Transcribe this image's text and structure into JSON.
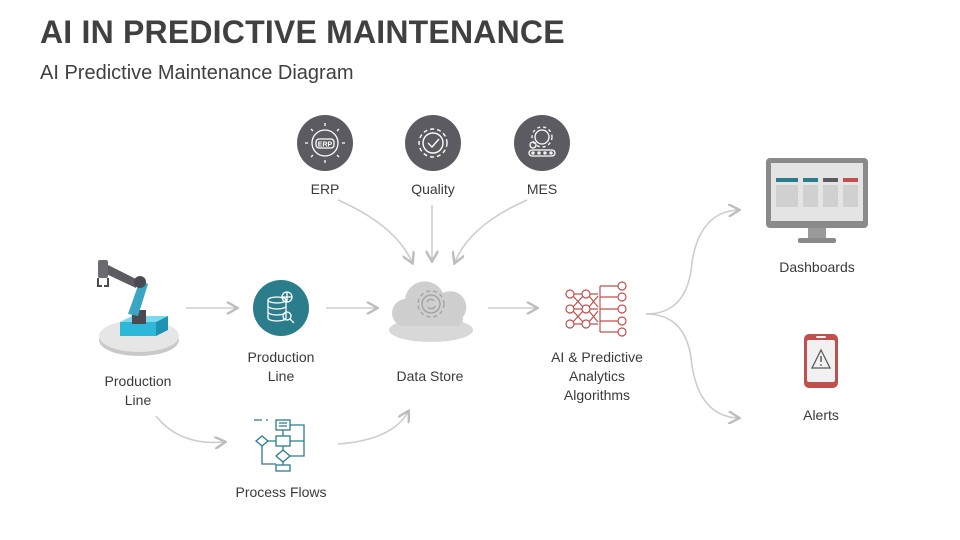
{
  "header": {
    "title": "AI IN PREDICTIVE MAINTENANCE",
    "subtitle": "AI Predictive Maintenance Diagram"
  },
  "nodes": {
    "erp": {
      "label": "ERP",
      "icon": "erp-gear-icon",
      "badge": "ERP"
    },
    "quality": {
      "label": "Quality",
      "icon": "quality-check-gear-icon"
    },
    "mes": {
      "label": "MES",
      "icon": "mes-conveyor-icon"
    },
    "production_line_robot": {
      "label": "Production\nLine",
      "icon": "robotic-arm-icon"
    },
    "production_line_db": {
      "label": "Production\nLine",
      "icon": "database-search-icon"
    },
    "data_store": {
      "label": "Data Store",
      "icon": "cloud-sync-icon"
    },
    "ai_algorithms": {
      "label": "AI & Predictive\nAnalytics\nAlgorithms",
      "icon": "neural-network-icon"
    },
    "dashboards": {
      "label": "Dashboards",
      "icon": "monitor-dashboard-icon"
    },
    "alerts": {
      "label": "Alerts",
      "icon": "phone-alert-icon"
    },
    "process_flows": {
      "label": "Process Flows",
      "icon": "flowchart-icon"
    }
  },
  "colors": {
    "circle_gray": "#5b5b61",
    "teal": "#2b7d8c",
    "red": "#c0504d",
    "arrow": "#c8c8c8",
    "text": "#3a3a3a"
  }
}
